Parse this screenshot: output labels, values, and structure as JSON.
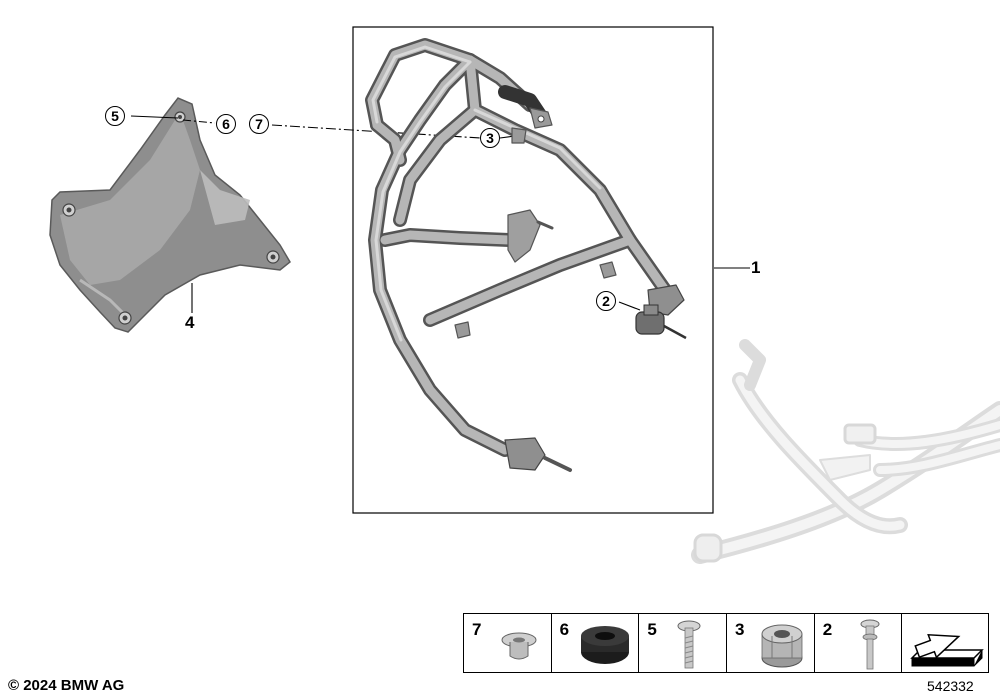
{
  "diagram": {
    "labels": {
      "guard_assembly": "1",
      "bolt": "2",
      "spacer": "3",
      "cover_plate": "4",
      "screw_1": "5",
      "grommet": "6",
      "bushing": "7"
    },
    "legend": [
      {
        "num": "7",
        "icon": "bushing-icon"
      },
      {
        "num": "6",
        "icon": "grommet-icon"
      },
      {
        "num": "5",
        "icon": "screw-icon"
      },
      {
        "num": "3",
        "icon": "spacer-icon"
      },
      {
        "num": "2",
        "icon": "bolt-icon"
      },
      {
        "num": "",
        "icon": "arrow-plate-icon"
      }
    ],
    "copyright": "© 2024 BMW AG",
    "image_number": "542332"
  }
}
